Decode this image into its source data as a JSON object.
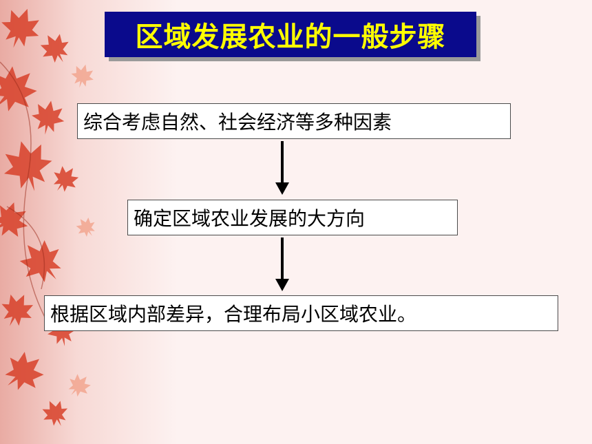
{
  "title": "区域发展农业的一般步骤",
  "steps": [
    "综合考虑自然、社会经济等多种因素",
    "确定区域农业发展的大方向",
    "根据区域内部差异，合理布局小区域农业。"
  ],
  "colors": {
    "title_background": "#0a0a8c",
    "title_text": "#ffff00",
    "slide_background": "#fdf2f1",
    "leaf_accent": "#d8412a"
  }
}
